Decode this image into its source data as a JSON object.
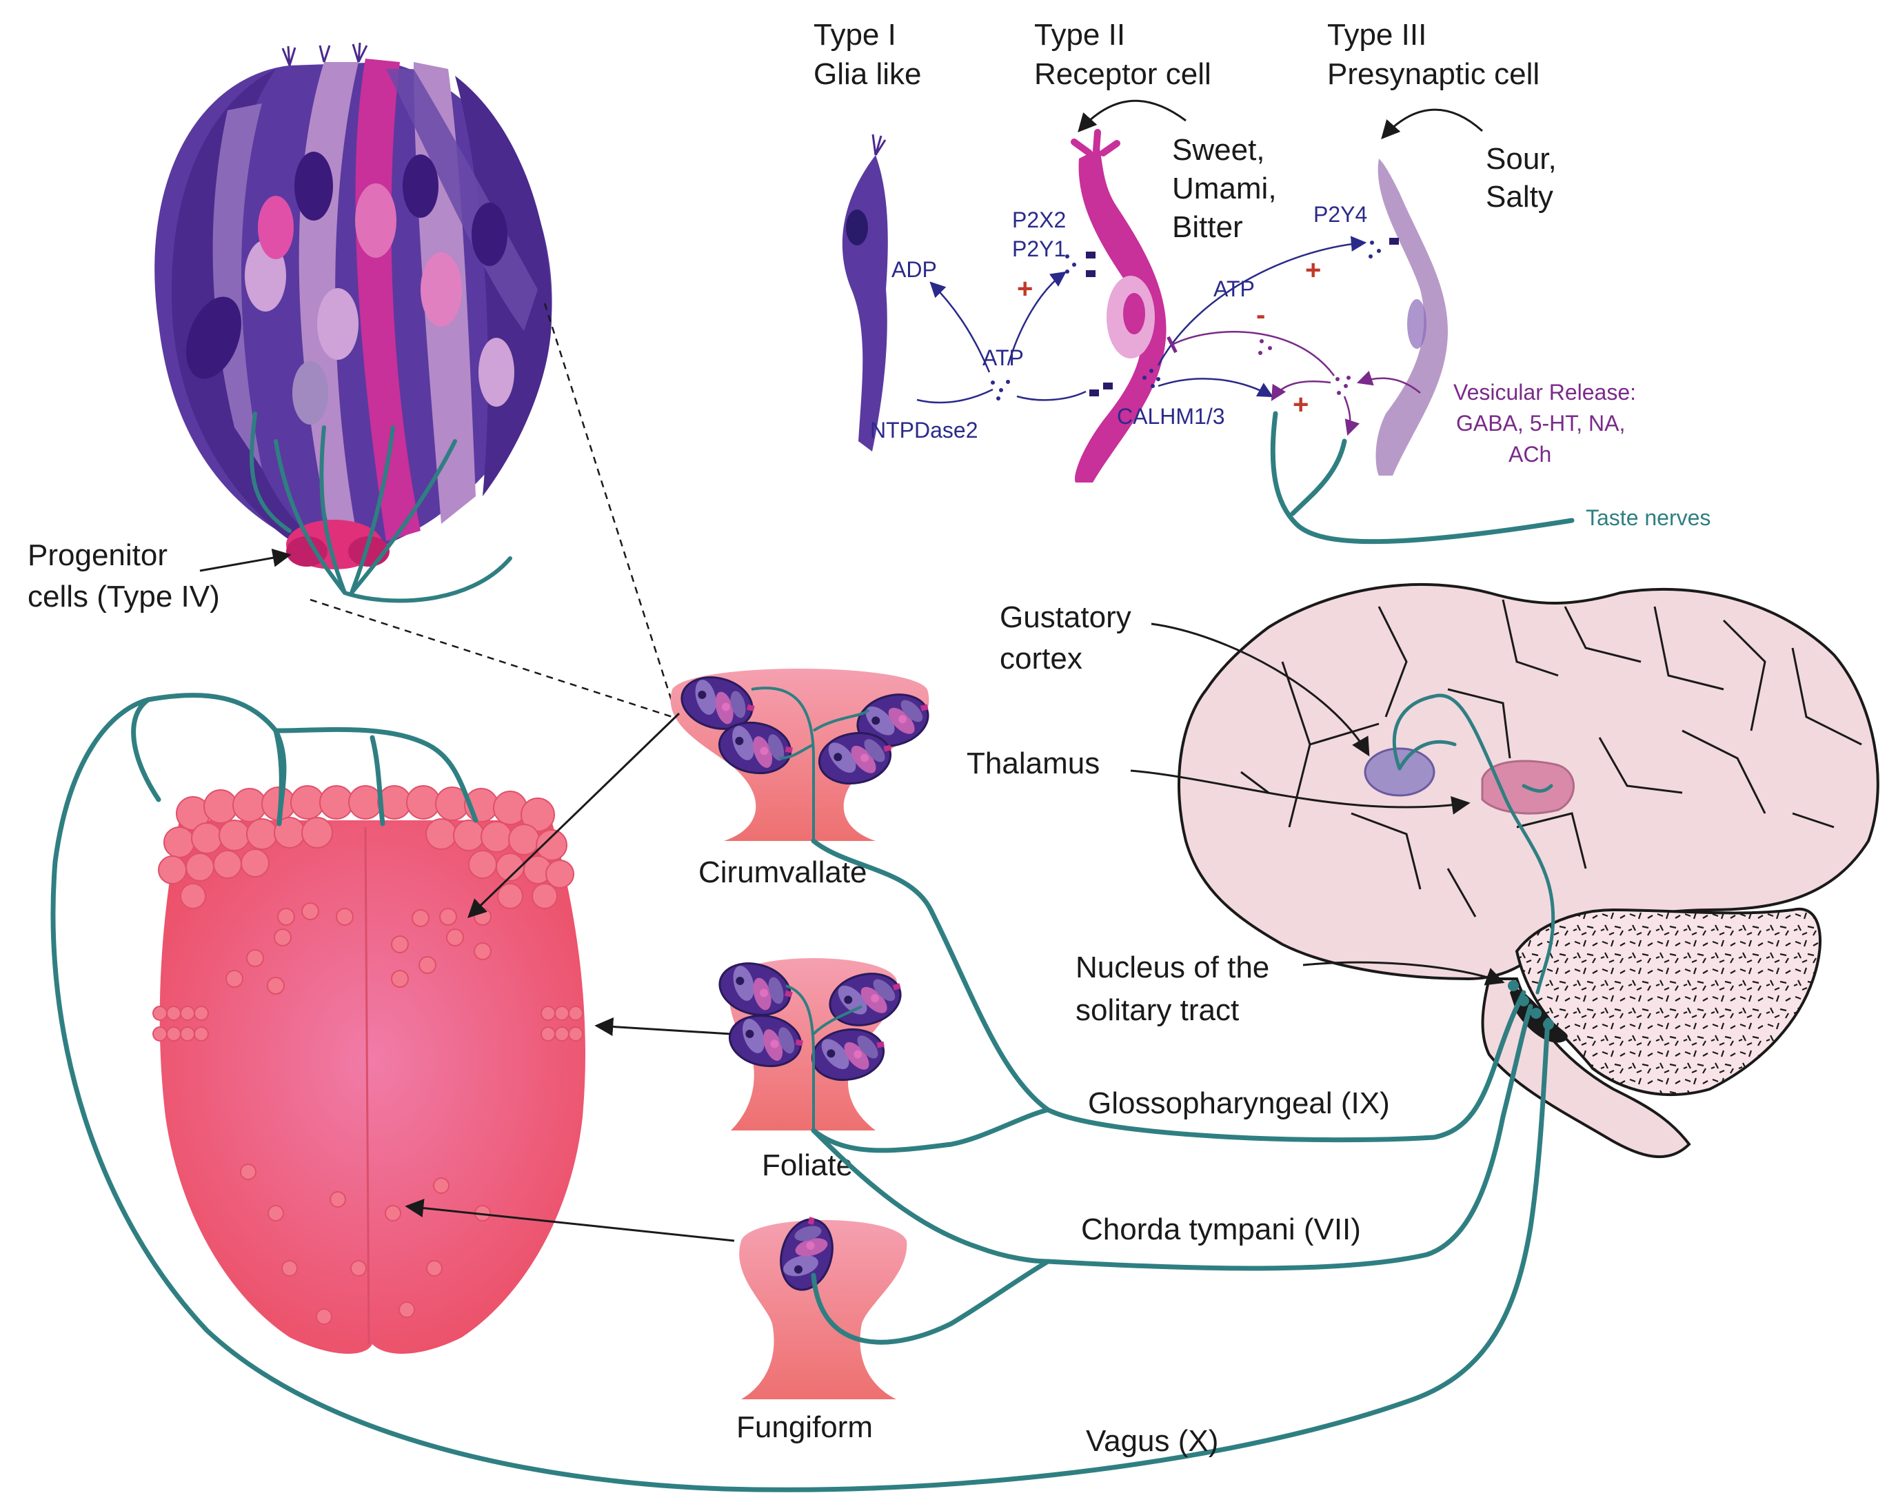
{
  "colors": {
    "nerve": "#2f7f82",
    "tongue": "#ef5f78",
    "tongue_light": "#f47a8e",
    "papilla_body": "#f07f7f",
    "brain": "#f2d9de",
    "cerebellum": "#f8e4e8",
    "cell_dark": "#4a2a8c",
    "cell_magenta": "#c0308c",
    "cell_light": "#a08ac0",
    "thalamus": "#d98aa8",
    "gustatory": "#a090c8",
    "signal_blue": "#2a2a8a",
    "signal_purple": "#7a2a8a",
    "plus": "#c0392b"
  },
  "cells": {
    "type1": {
      "line1": "Type I",
      "line2": "Glia like"
    },
    "type2": {
      "line1": "Type II",
      "line2": "Receptor cell"
    },
    "type3": {
      "line1": "Type III",
      "line2": "Presynaptic cell"
    }
  },
  "stimuli": {
    "type2": [
      "Sweet,",
      "Umami,",
      "Bitter"
    ],
    "type3": [
      "Sour,",
      "Salty"
    ]
  },
  "molecules": {
    "adp": "ADP",
    "atp_left": "ATP",
    "atp_right": "ATP",
    "p2x2": "P2X2",
    "p2y1": "P2Y1",
    "p2y4": "P2Y4",
    "ntpdase2": "NTPDase2",
    "calhm": "CALHM1/3",
    "plus": "+",
    "minus": "-"
  },
  "vesicular": [
    "Vesicular Release:",
    "GABA, 5-HT, NA,",
    "ACh"
  ],
  "taste_nerves": "Taste nerves",
  "progenitor": [
    "Progenitor",
    "cells (Type IV)"
  ],
  "papillae": {
    "circumvallate": "Cirumvallate",
    "foliate": "Foliate",
    "fungiform": "Fungiform"
  },
  "brain_labels": {
    "gustatory": [
      "Gustatory",
      "cortex"
    ],
    "thalamus": "Thalamus",
    "nts": [
      "Nucleus of the",
      "solitary tract"
    ]
  },
  "nerves": {
    "glossopharyngeal": "Glossopharyngeal (IX)",
    "chorda": "Chorda tympani (VII)",
    "vagus": "Vagus (X)"
  }
}
